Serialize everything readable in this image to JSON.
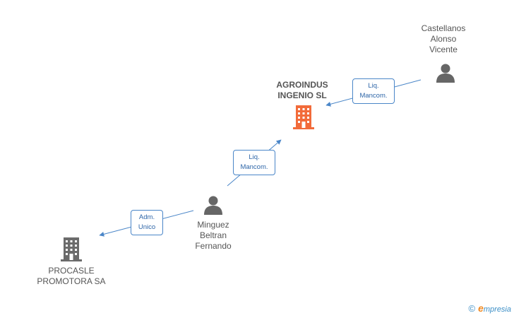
{
  "nodes": [
    {
      "id": "castellanos",
      "label": "Castellanos\nAlonso\nVicente",
      "type": "person"
    },
    {
      "id": "agroindus",
      "label": "AGROINDUS\nINGENIO SL",
      "type": "company-main"
    },
    {
      "id": "minguez",
      "label": "Minguez\nBeltran\nFernando",
      "type": "person"
    },
    {
      "id": "procasle",
      "label": "PROCASLE\nPROMOTORA SA",
      "type": "company"
    }
  ],
  "edges": [
    {
      "from": "castellanos",
      "to": "agroindus",
      "label": "Liq.\nMancom."
    },
    {
      "from": "minguez",
      "to": "agroindus",
      "label": "Liq.\nMancom."
    },
    {
      "from": "minguez",
      "to": "procasle",
      "label": "Adm.\nUnico"
    }
  ],
  "brand": {
    "copyright": "©",
    "e": "e",
    "rest": "mpresia"
  },
  "colors": {
    "edge": "#4a86c8",
    "person": "#666666",
    "company": "#6b6b6b",
    "company_main": "#f26b3a"
  }
}
